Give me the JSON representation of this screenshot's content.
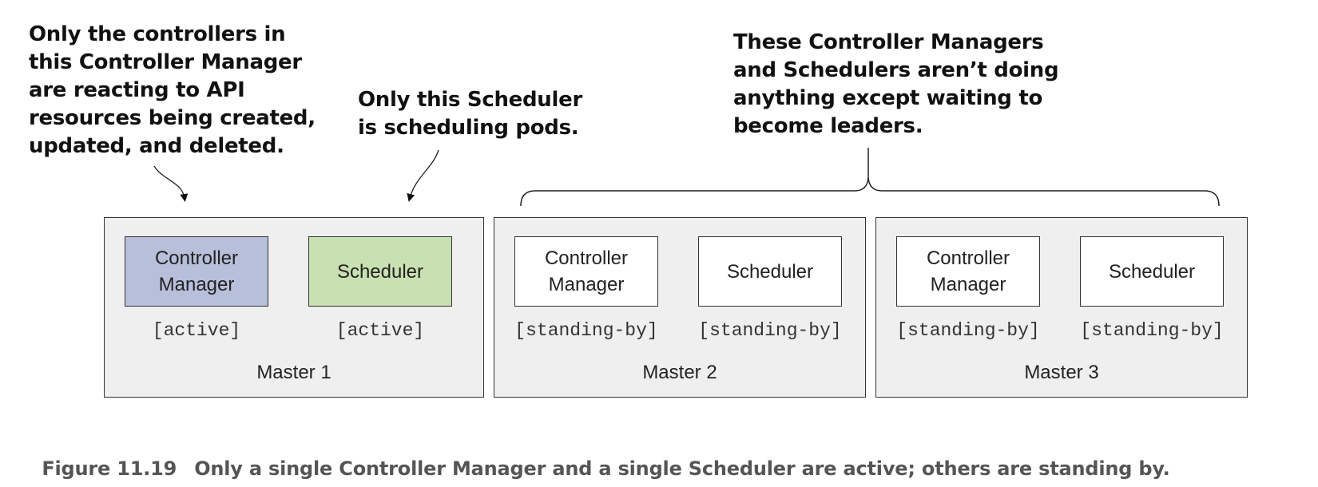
{
  "annotations": {
    "controllers_note": "Only the controllers in\nthis Controller Manager\nare reacting to API\nresources being created,\nupdated, and deleted.",
    "scheduler_note": "Only this Scheduler\nis scheduling pods.",
    "standby_note": "These Controller Managers\nand Schedulers aren’t doing\nanything except waiting to\nbecome leaders."
  },
  "masters": [
    {
      "label": "Master 1",
      "controller_manager": {
        "label": "Controller\nManager",
        "state": "[active]",
        "color": "#b7bfdb"
      },
      "scheduler": {
        "label": "Scheduler",
        "state": "[active]",
        "color": "#c9e0b1"
      }
    },
    {
      "label": "Master 2",
      "controller_manager": {
        "label": "Controller\nManager",
        "state": "[standing-by]",
        "color": "#ffffff"
      },
      "scheduler": {
        "label": "Scheduler",
        "state": "[standing-by]",
        "color": "#ffffff"
      }
    },
    {
      "label": "Master 3",
      "controller_manager": {
        "label": "Controller\nManager",
        "state": "[standing-by]",
        "color": "#ffffff"
      },
      "scheduler": {
        "label": "Scheduler",
        "state": "[standing-by]",
        "color": "#ffffff"
      }
    }
  ],
  "caption": {
    "number": "Figure 11.19",
    "text": "Only a single Controller Manager and a single Scheduler are active; others are standing by."
  }
}
